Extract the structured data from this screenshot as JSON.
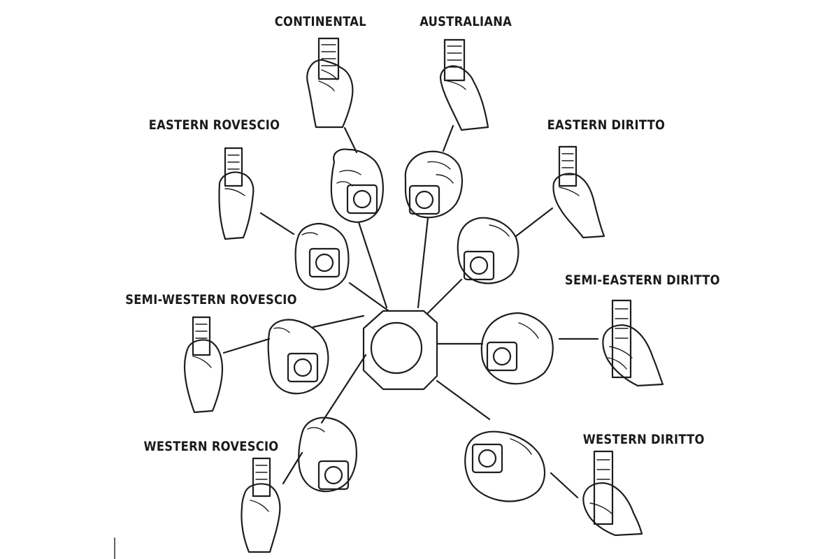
{
  "diagram": {
    "grips": [
      {
        "id": "continental",
        "label": "CONTINENTAL"
      },
      {
        "id": "australiana",
        "label": "AUSTRALIANA"
      },
      {
        "id": "eastern-rovescio",
        "label": "EASTERN ROVESCIO"
      },
      {
        "id": "eastern-diritto",
        "label": "EASTERN DIRITTO"
      },
      {
        "id": "semi-western-rovescio",
        "label": "SEMI-WESTERN ROVESCIO"
      },
      {
        "id": "semi-eastern-diritto",
        "label": "SEMI-EASTERN DIRITTO"
      },
      {
        "id": "western-rovescio",
        "label": "WESTERN ROVESCIO"
      },
      {
        "id": "western-diritto",
        "label": "WESTERN DIRITTO"
      }
    ],
    "colors": {
      "ink": "#1e1e1e",
      "background": "#ffffff"
    }
  }
}
